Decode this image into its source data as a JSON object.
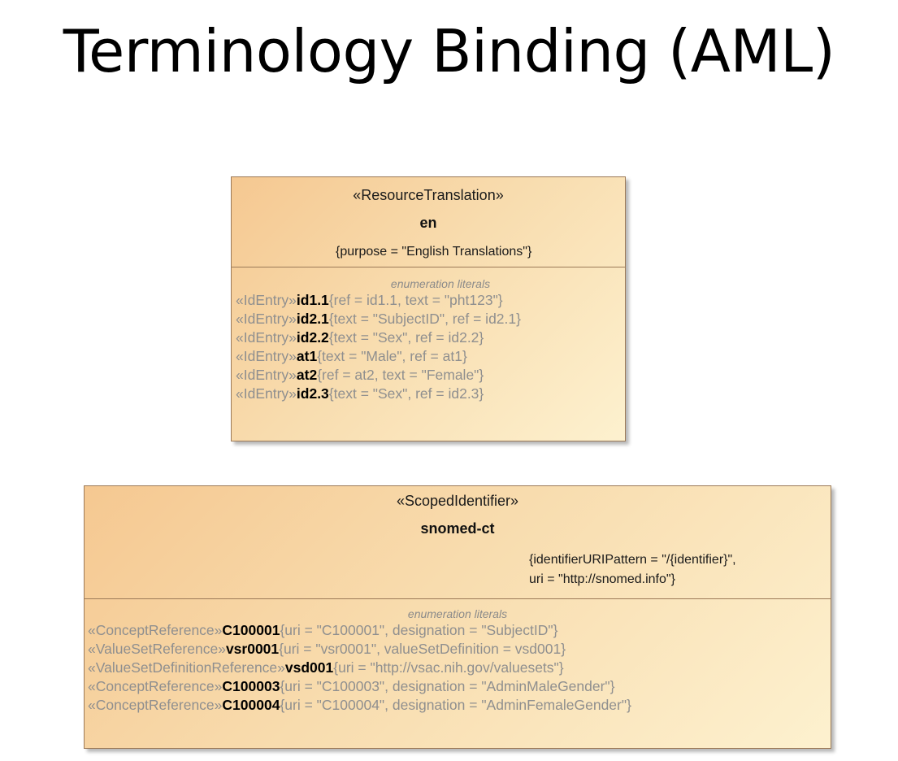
{
  "title": "Terminology Binding (AML)",
  "resource_translation": {
    "stereotype": "«ResourceTranslation»",
    "name": "en",
    "tagged_value": "{purpose = \"English Translations\"}",
    "compartment_label": "enumeration literals",
    "literals": [
      {
        "stereotype": "«IdEntry»",
        "name": "id1.1",
        "props": "{ref = id1.1, text = \"pht123\"}"
      },
      {
        "stereotype": "«IdEntry»",
        "name": "id2.1",
        "props": "{text = \"SubjectID\", ref = id2.1}"
      },
      {
        "stereotype": "«IdEntry»",
        "name": "id2.2",
        "props": "{text = \"Sex\", ref = id2.2}"
      },
      {
        "stereotype": "«IdEntry»",
        "name": "at1",
        "props": "{text = \"Male\", ref = at1}"
      },
      {
        "stereotype": "«IdEntry»",
        "name": "at2",
        "props": "{ref = at2, text = \"Female\"}"
      },
      {
        "stereotype": "«IdEntry»",
        "name": "id2.3",
        "props": "{text = \"Sex\", ref = id2.3}"
      }
    ]
  },
  "scoped_identifier": {
    "stereotype": "«ScopedIdentifier»",
    "name": "snomed-ct",
    "tagged_values": [
      "{identifierURIPattern = \"/{identifier}\",",
      "uri = \"http://snomed.info\"}"
    ],
    "compartment_label": "enumeration literals",
    "literals": [
      {
        "stereotype": "«ConceptReference»",
        "name": "C100001",
        "props": "{uri = \"C100001\", designation = \"SubjectID\"}"
      },
      {
        "stereotype": "«ValueSetReference»",
        "name": "vsr0001",
        "props": "{uri = \"vsr0001\", valueSetDefinition = vsd001}"
      },
      {
        "stereotype": "«ValueSetDefinitionReference»",
        "name": "vsd001",
        "props": "{uri = \"http://vsac.nih.gov/valuesets\"}"
      },
      {
        "stereotype": "«ConceptReference»",
        "name": "C100003",
        "props": "{uri = \"C100003\", designation = \"AdminMaleGender\"}"
      },
      {
        "stereotype": "«ConceptReference»",
        "name": "C100004",
        "props": "{uri = \"C100004\", designation = \"AdminFemaleGender\"}"
      }
    ]
  },
  "colors": {
    "box_fill_start": "#f5c891",
    "box_fill_end": "#fdf1cf",
    "box_border": "#9c7a58",
    "literal_gray": "#8f8f8f"
  }
}
